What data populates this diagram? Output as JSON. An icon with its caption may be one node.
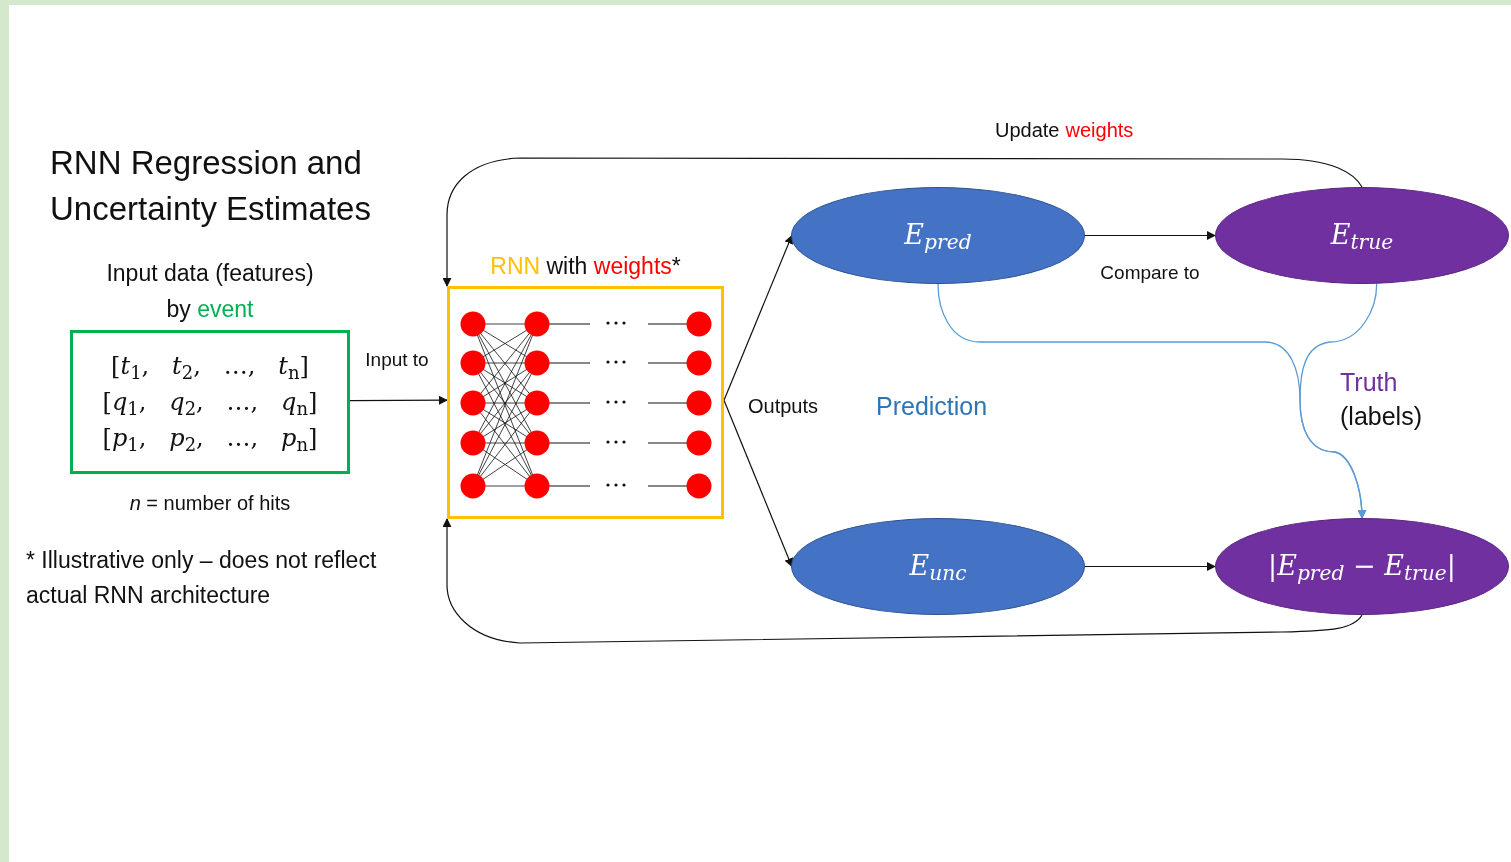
{
  "diagram": {
    "title": "RNN Regression and Uncertainty Estimates",
    "nodes": [
      {
        "text": [
          "Input data (features) by",
          "event",
          "[*t*$_{1}$,   *t*$_{2}$,   …,   *t*$_{n}$]",
          "[*q*$_{1}$,   *q*$_{2}$,   …,   *q*$_{n}$]",
          "[*p*$_{1}$,   *p*$_{2}$,   …,   *p*$_{n}$]"
        ],
        "beside": [
          "*n* = number of hits"
        ]
      },
      {
        "text": [
          "RNN",
          "with",
          "weights",
          "*"
        ]
      },
      {
        "text": [
          "E$_{pred}$"
        ]
      },
      {
        "text": [
          "E$_{true}$"
        ]
      },
      {
        "text": [
          "E$_{unc}$"
        ]
      },
      {
        "text": [
          "|E$_{pred}$ − E$_{true}$|"
        ]
      }
    ],
    "edges": [
      {
        "from": 0,
        "to": 1,
        "arrow": "to",
        "label": "Input to"
      },
      {
        "from": 1,
        "to": 2,
        "arrow": "to"
      },
      {
        "from": 1,
        "to": 4,
        "arrow": "to"
      },
      {
        "from": 2,
        "to": 3,
        "arrow": "to",
        "label": "Compare to"
      },
      {
        "from": 4,
        "to": 5,
        "arrow": "to"
      },
      {
        "from": 3,
        "to": 1,
        "arrow": "to"
      },
      {
        "from": 5,
        "to": 1,
        "arrow": "to"
      },
      {
        "from": 2,
        "to": 5,
        "arrow": "to",
        "color": "#5b9bd5"
      },
      {
        "from": 3,
        "to": 5,
        "arrow": "to",
        "color": "#5b9bd5"
      }
    ],
    "labels": [
      "Update",
      "weights",
      "Outputs",
      "Prediction",
      "Truth",
      "(labels)",
      "* Illustrative only – does not reflect actual RNN architecture"
    ]
  }
}
